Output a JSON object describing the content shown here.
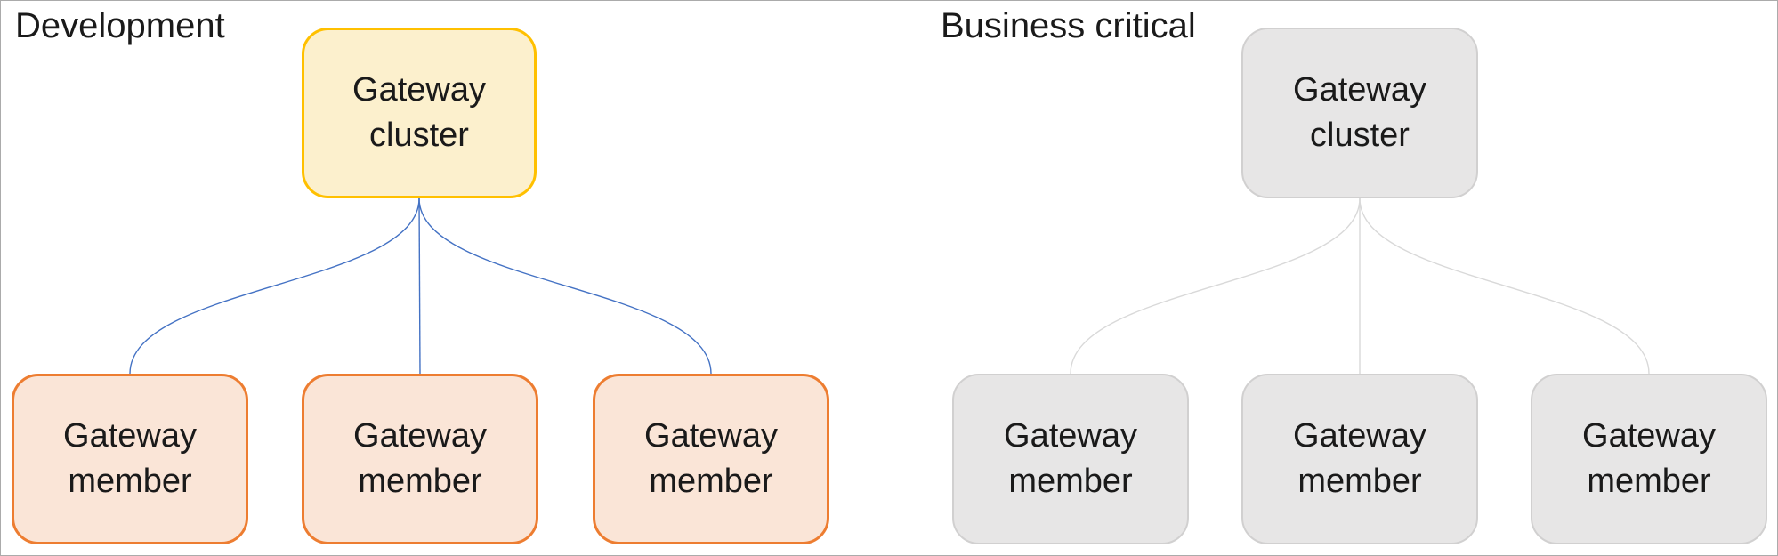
{
  "panels": [
    {
      "title": "Development",
      "cluster": {
        "label": "Gateway cluster"
      },
      "members": [
        {
          "label": "Gateway member"
        },
        {
          "label": "Gateway member"
        },
        {
          "label": "Gateway member"
        }
      ],
      "colors": {
        "cluster_fill": "#fcf0cd",
        "cluster_border": "#ffc000",
        "member_fill": "#fae5d7",
        "member_border": "#ed7d31",
        "connector": "#4472c4"
      }
    },
    {
      "title": "Business critical",
      "cluster": {
        "label": "Gateway cluster"
      },
      "members": [
        {
          "label": "Gateway member"
        },
        {
          "label": "Gateway member"
        },
        {
          "label": "Gateway member"
        }
      ],
      "colors": {
        "cluster_fill": "#e7e6e6",
        "cluster_border": "#d1d0d0",
        "member_fill": "#e7e6e6",
        "member_border": "#d1d0d0",
        "connector": "#d9d9d9"
      }
    }
  ],
  "frame": {
    "background": "#ffffff",
    "border": "#ababab",
    "text": "#1a1a1a"
  }
}
